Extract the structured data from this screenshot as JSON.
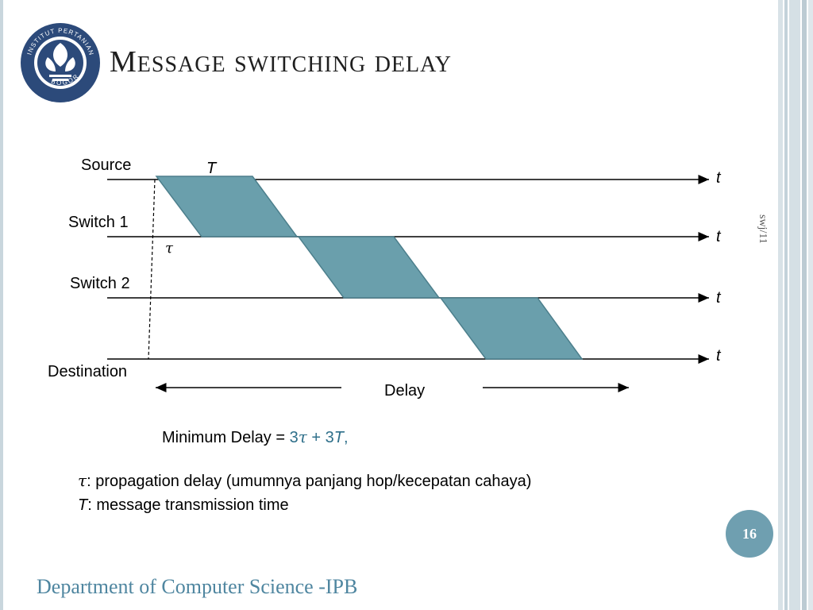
{
  "title": {
    "first_letter": "M",
    "rest_word1": "essage",
    "word2": "switching",
    "word3": "delay"
  },
  "side_label": "swj/11",
  "logo": {
    "text_top": "INSTITUT PERTANIAN",
    "text_bottom": "BOGOR"
  },
  "diagram": {
    "rows": [
      "Source",
      "Switch 1",
      "Switch 2",
      "Destination"
    ],
    "time_label": "t",
    "T_label": "T",
    "tau_label": "τ",
    "delay_label": "Delay",
    "fill_color": "#6a9fac"
  },
  "formula": {
    "prefix": "Minimum Delay = ",
    "value_1": "3",
    "tau": "τ",
    "value_2": " + 3",
    "T": "T",
    "suffix": ","
  },
  "legend": {
    "tau_symbol": "τ",
    "tau_text": ": propagation delay (umumnya panjang hop/kecepatan cahaya)",
    "T_symbol": "T",
    "T_text": ": message transmission time"
  },
  "page_number": "16",
  "footer": "Department of Computer Science -IPB"
}
